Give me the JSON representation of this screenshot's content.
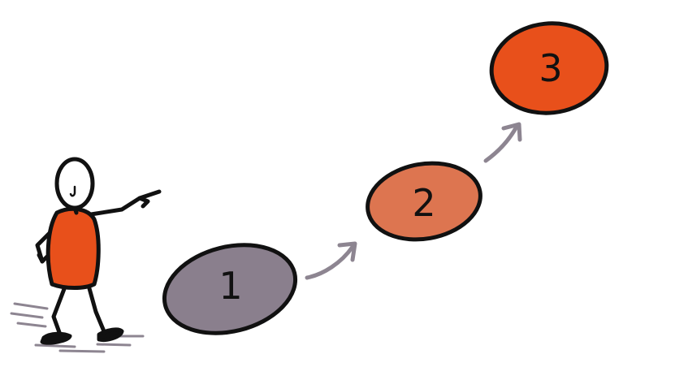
{
  "steps": [
    {
      "label": "1",
      "fill": "#8a7f8d"
    },
    {
      "label": "2",
      "fill": "#dd7550"
    },
    {
      "label": "3",
      "fill": "#e8501b"
    }
  ],
  "colors": {
    "outline": "#111111",
    "arrow": "#8d8591",
    "figure_shirt": "#e8501b",
    "motion_lines": "#8d8591"
  },
  "icons": {
    "figure": "pointing-stick-figure-icon",
    "arrow": "curved-arrow-icon"
  }
}
